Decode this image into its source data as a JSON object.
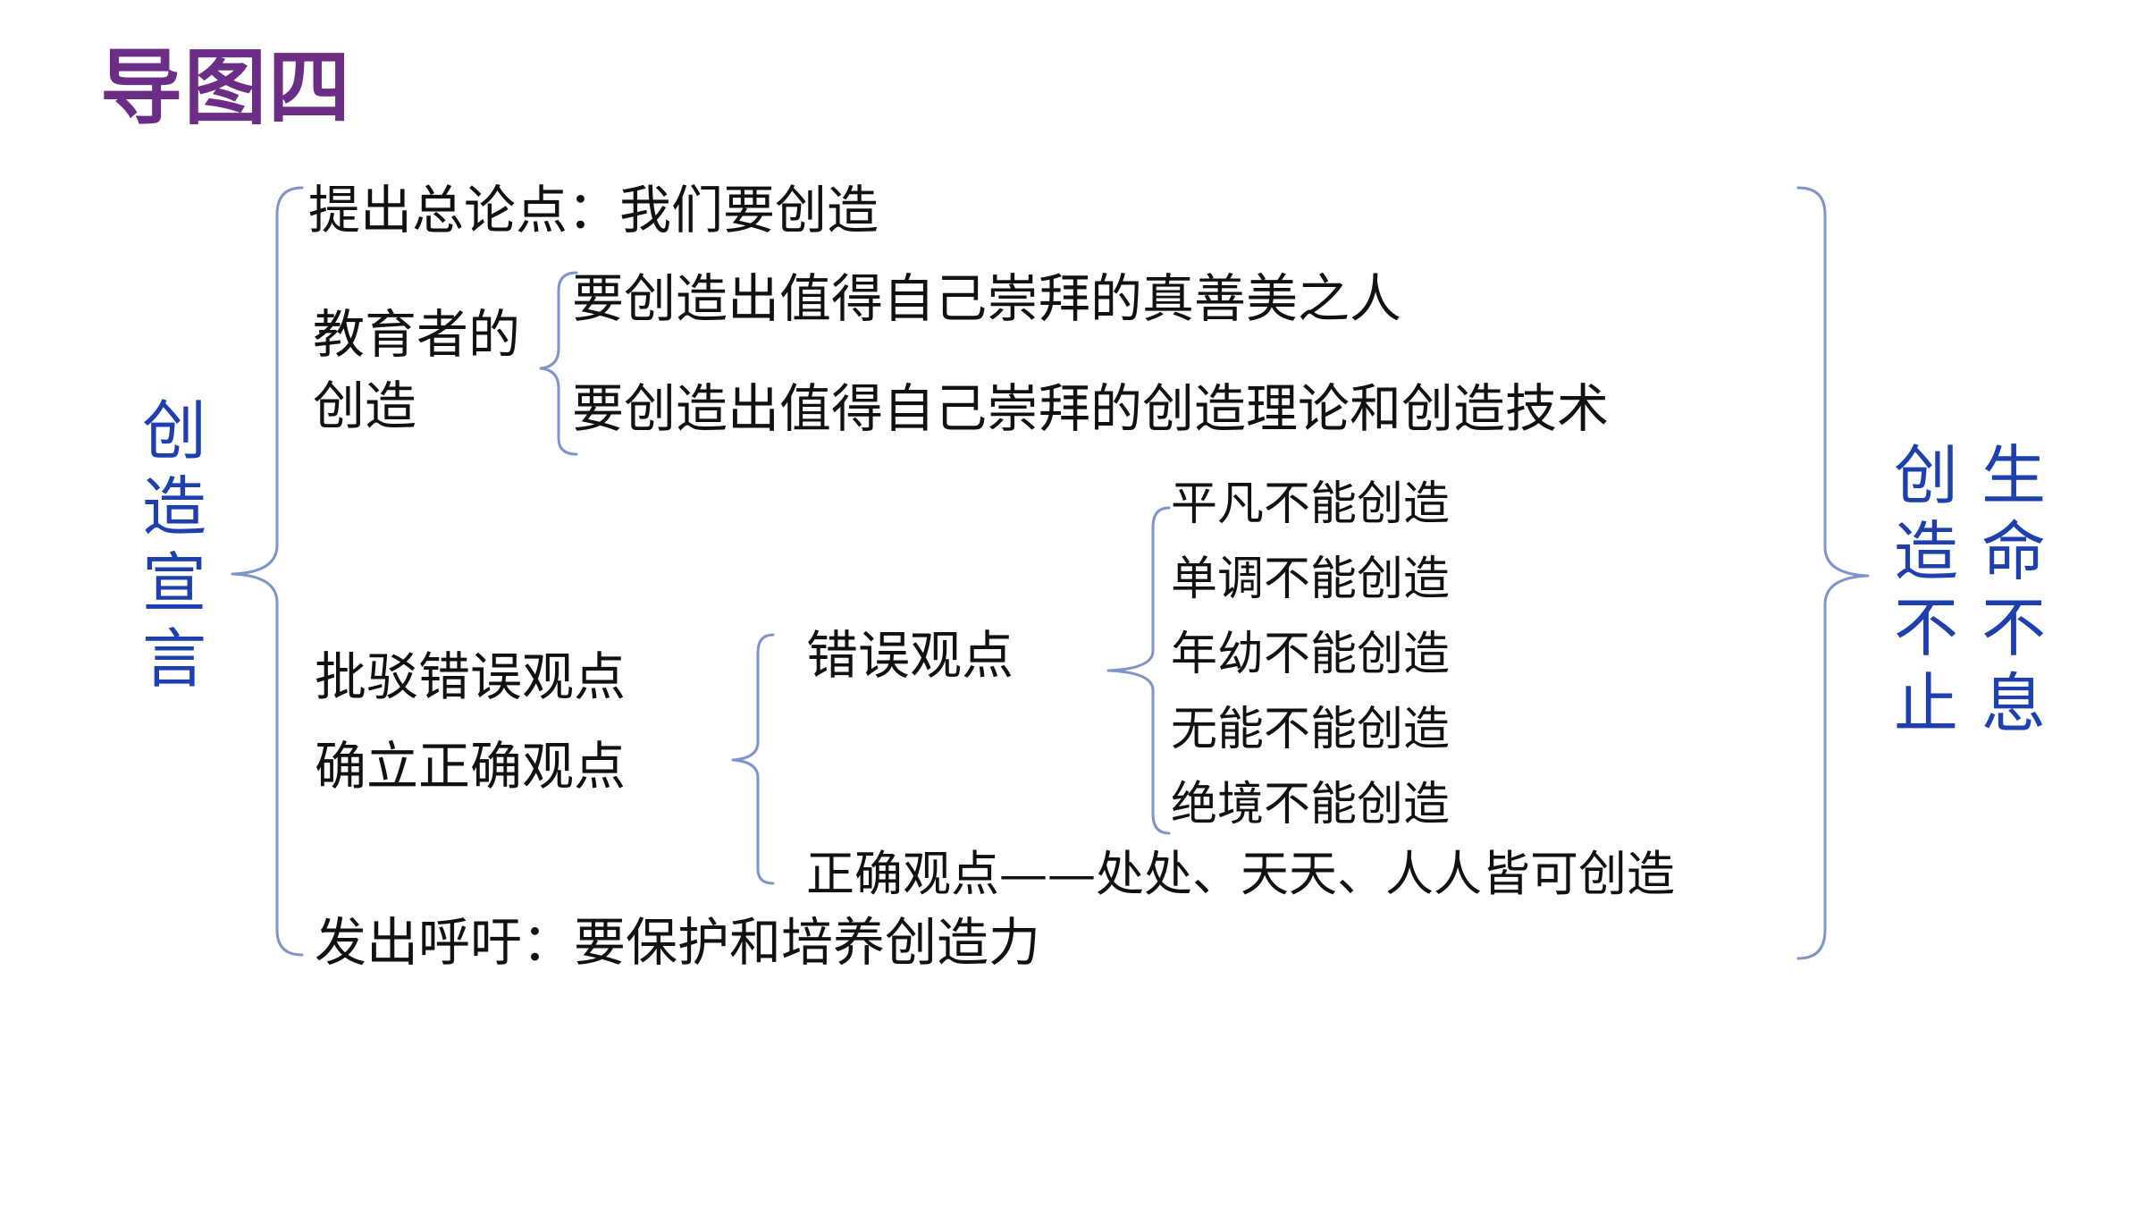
{
  "title": "导图四",
  "colors": {
    "title": "#6b2d86",
    "topic": "#1e3fae",
    "bracket": "#7f94c8",
    "text": "#111111"
  },
  "root": {
    "label": "创造宣言"
  },
  "conclusion": {
    "col1": "创造不止",
    "col2": "生命不息"
  },
  "branches": {
    "thesis": "提出总论点：我们要创造",
    "educator": {
      "label_line1": "教育者的",
      "label_line2": "创造",
      "items": [
        "要创造出值得自己崇拜的真善美之人",
        "要创造出值得自己崇拜的创造理论和创造技术"
      ]
    },
    "refute": {
      "label_line1": "批驳错误观点",
      "label_line2": "确立正确观点",
      "wrong_label": "错误观点",
      "wrong_items": [
        "平凡不能创造",
        "单调不能创造",
        "年幼不能创造",
        "无能不能创造",
        "绝境不能创造"
      ],
      "right": "正确观点——处处、天天、人人皆可创造"
    },
    "appeal": "发出呼吁：要保护和培养创造力"
  }
}
